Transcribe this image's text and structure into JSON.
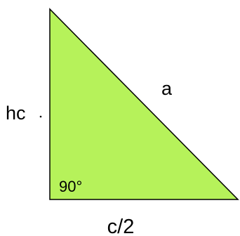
{
  "triangle": {
    "fill": "#b6f25a",
    "stroke": "#000000"
  },
  "labels": {
    "height": "hc",
    "hypotenuse": "a",
    "base": "c/2",
    "angle": "90°"
  }
}
